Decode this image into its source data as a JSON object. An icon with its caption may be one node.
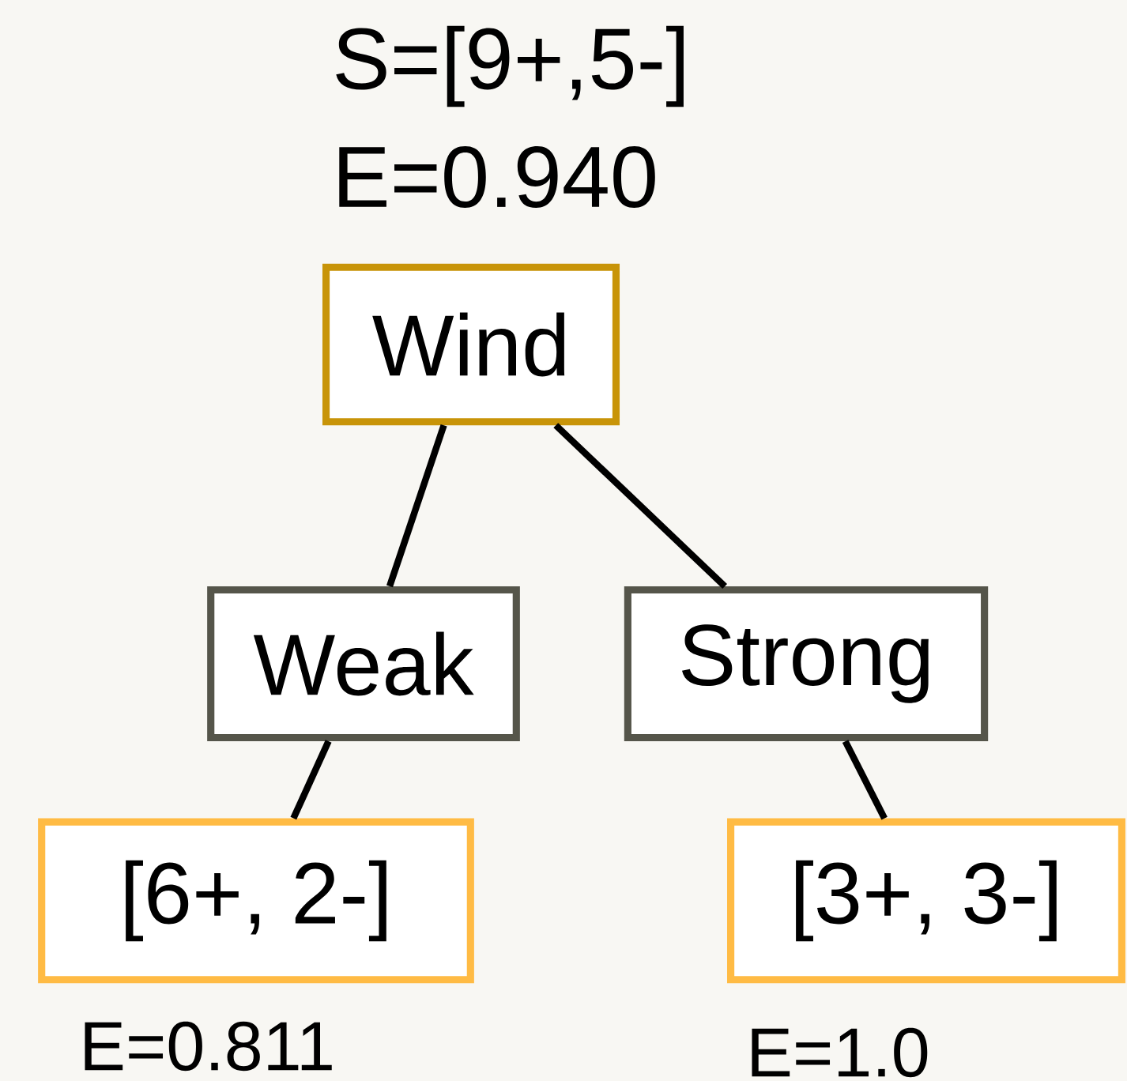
{
  "diagram": {
    "nodes": [
      {
        "text": [
          "Wind"
        ],
        "beside": [
          "S=[9+,5-]",
          "E=0.940"
        ]
      },
      {
        "text": [
          "Weak"
        ]
      },
      {
        "text": [
          "Strong"
        ]
      },
      {
        "text": [
          "[6+, 2-]"
        ],
        "beside": [
          "E=0.811"
        ]
      },
      {
        "text": [
          "[3+, 3-]"
        ],
        "beside": [
          "E=1.0"
        ]
      }
    ],
    "edges": [
      {
        "from": 0,
        "to": 1,
        "arrow": "none"
      },
      {
        "from": 0,
        "to": 2,
        "arrow": "none"
      },
      {
        "from": 1,
        "to": 3,
        "arrow": "none"
      },
      {
        "from": 2,
        "to": 4,
        "arrow": "none"
      }
    ]
  }
}
